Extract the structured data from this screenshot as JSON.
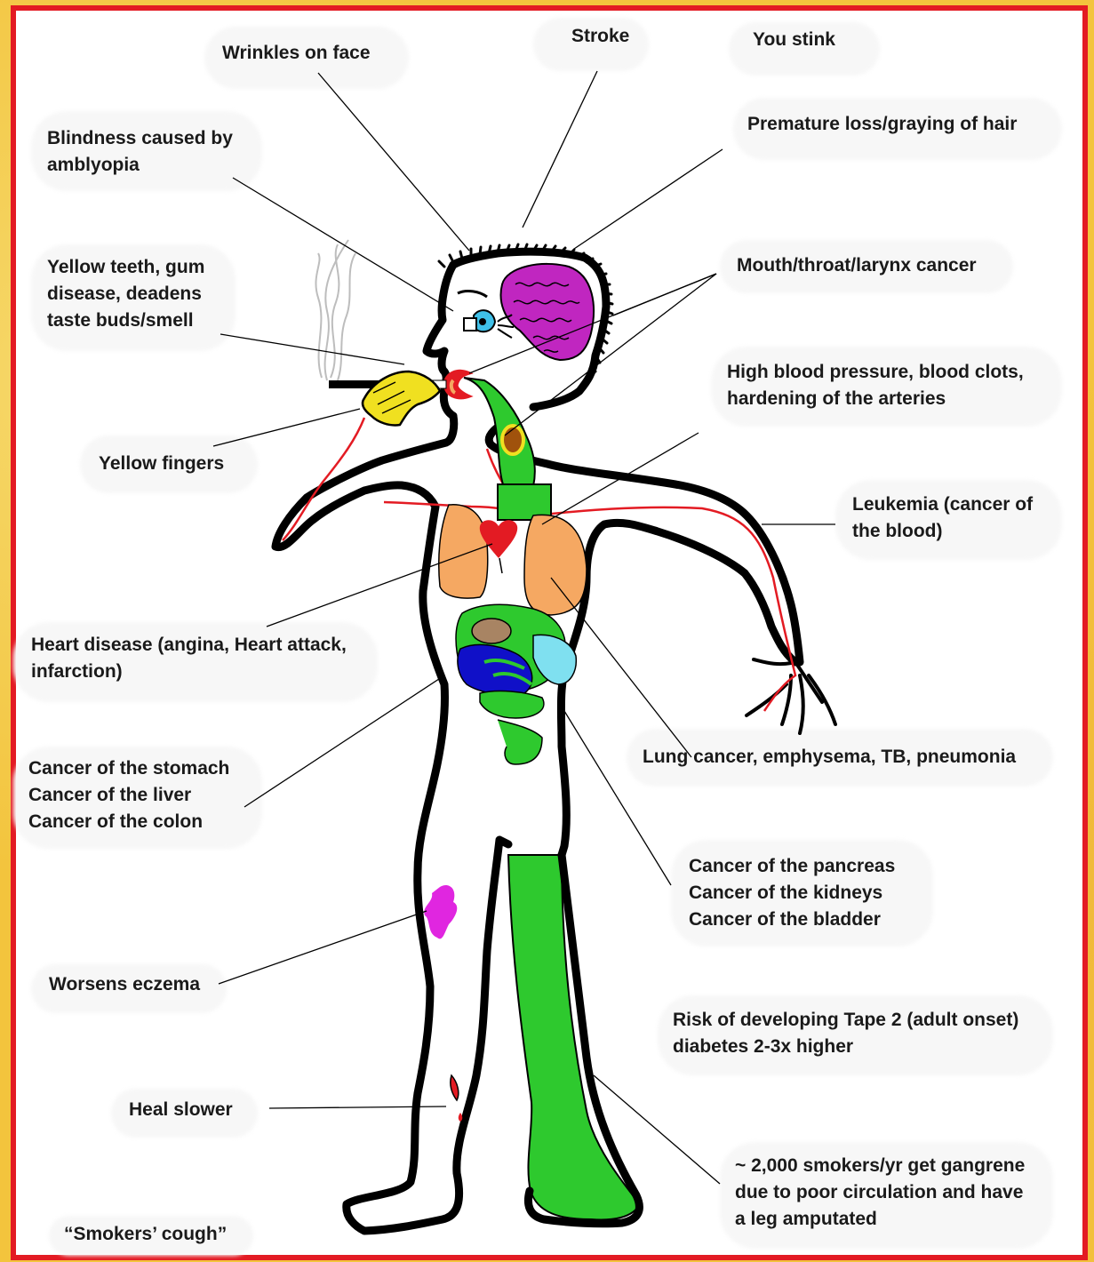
{
  "labels": {
    "wrinkles": "Wrinkles on face",
    "stroke": "Stroke",
    "stink": "You stink",
    "hair": "Premature loss/graying of hair",
    "blindness": [
      "Blindness caused by",
      "amblyopia"
    ],
    "teeth": [
      "Yellow teeth, gum",
      "disease, deadens",
      "taste buds/smell"
    ],
    "mouth_cancer": "Mouth/throat/larynx cancer",
    "blood_pressure": [
      "High blood pressure, blood clots,",
      "hardening of the arteries"
    ],
    "fingers": "Yellow fingers",
    "leukemia": [
      "Leukemia (cancer of",
      "the blood)"
    ],
    "heart": [
      "Heart disease (angina, Heart attack,",
      "infarction)"
    ],
    "lung": "Lung cancer, emphysema, TB, pneumonia",
    "stomach": [
      "Cancer of the stomach",
      "Cancer of the liver",
      "Cancer of the colon"
    ],
    "pancreas": [
      "Cancer of the pancreas",
      "Cancer of the kidneys",
      "Cancer of the bladder"
    ],
    "eczema": "Worsens eczema",
    "diabetes": [
      "Risk of developing Tape 2 (adult onset)",
      "diabetes 2-3x higher"
    ],
    "heal": "Heal slower",
    "gangrene": [
      "~ 2,000 smokers/yr get gangrene",
      "due to poor circulation and have",
      "a leg amputated"
    ],
    "cough": "“Smokers’ cough”"
  },
  "colors": {
    "border": "#e31b23",
    "background": "#f3c43d",
    "body_outline": "#000000",
    "artery": "#e31b23",
    "digestive": "#2ec92e",
    "lungs": "#f5a862",
    "heart": "#e31b23",
    "brain": "#c026c0",
    "stomach": "#1010c8",
    "liver": "#a88463",
    "pancreas": "#7fe0f0",
    "eczema": "#e026e0",
    "yellow": "#f0e020"
  }
}
